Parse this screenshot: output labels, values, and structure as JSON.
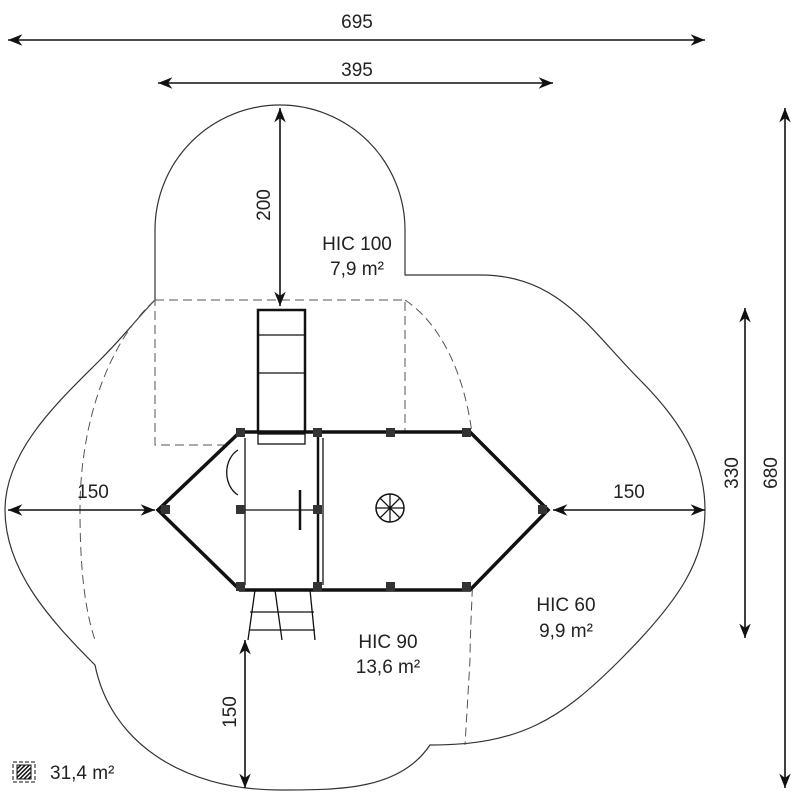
{
  "dimensions": {
    "overall_width": "695",
    "upper_width": "395",
    "top_clearance": "200",
    "left_clearance": "150",
    "right_clearance": "150",
    "structure_depth": "330",
    "overall_depth": "680",
    "bottom_clearance": "150"
  },
  "zones": [
    {
      "hic": "HIC 100",
      "area": "7,9 m²"
    },
    {
      "hic": "HIC 60",
      "area": "9,9 m²"
    },
    {
      "hic": "HIC 90",
      "area": "13,6 m²"
    }
  ],
  "legend": {
    "icon": "hatched-area-icon",
    "total_area": "31,4 m²"
  }
}
